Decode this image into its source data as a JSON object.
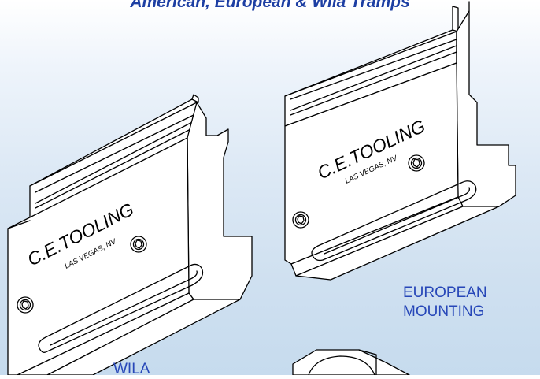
{
  "header": {
    "title": "American, European & Wila Tramps"
  },
  "clamps": {
    "left": {
      "brand": "C.E.TOOLING",
      "location": "LAS VEGAS, NV",
      "caption": "WILA"
    },
    "right": {
      "brand": "C.E.TOOLING",
      "location": "LAS VEGAS, NV",
      "caption_line1": "EUROPEAN",
      "caption_line2": "MOUNTING"
    }
  },
  "colors": {
    "title": "#1d3fa3",
    "caption": "#2747b8",
    "background": "#d8e6f3"
  }
}
